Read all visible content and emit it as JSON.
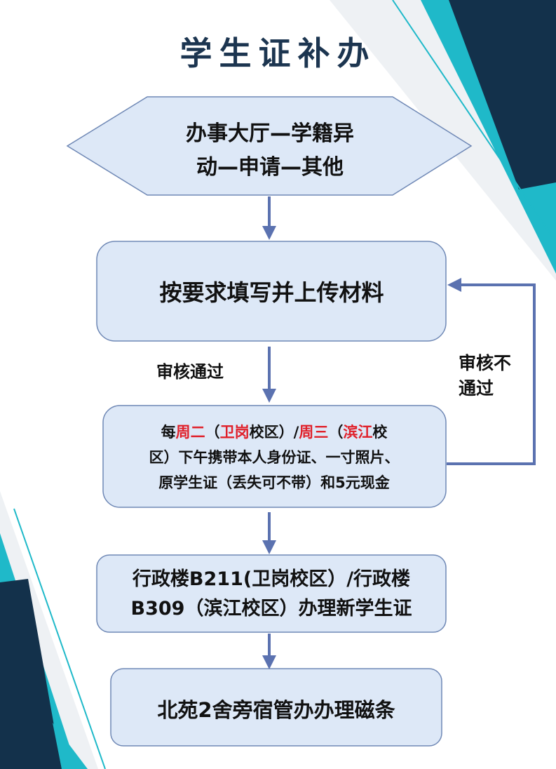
{
  "title": "学生证补办",
  "steps": {
    "hall": {
      "line1": "办事大厅—学籍异",
      "line2": "动—申请—其他"
    },
    "fill": {
      "text": "按要求填写并上传材料"
    },
    "visit": {
      "seg1": "每",
      "seg2": "周二",
      "seg3": "（",
      "seg4": "卫岗",
      "seg5": "校区）/",
      "seg6": "周三",
      "seg7": "（",
      "seg8": "滨江",
      "seg9": "校",
      "line2": "区）下午携带本人身份证、一寸照片、",
      "line3": "原学生证（丢失可不带）和5元现金"
    },
    "office": {
      "line1": "行政楼B211(卫岗校区）/行政楼",
      "line2": "B309（滨江校区）办理新学生证"
    },
    "magnet": {
      "text": "北苑2舍旁宿管办办理磁条"
    }
  },
  "labels": {
    "pass": "审核通过",
    "fail_line1": "审核不",
    "fail_line2": "通过"
  },
  "colors": {
    "title": "#1c3550",
    "box_fill": "#dde8f7",
    "box_stroke": "#6f88b5",
    "arrow": "#5b72b0",
    "highlight": "#e0202a",
    "deco_navy": "#13314b",
    "deco_cyan": "#1fb9c9"
  }
}
